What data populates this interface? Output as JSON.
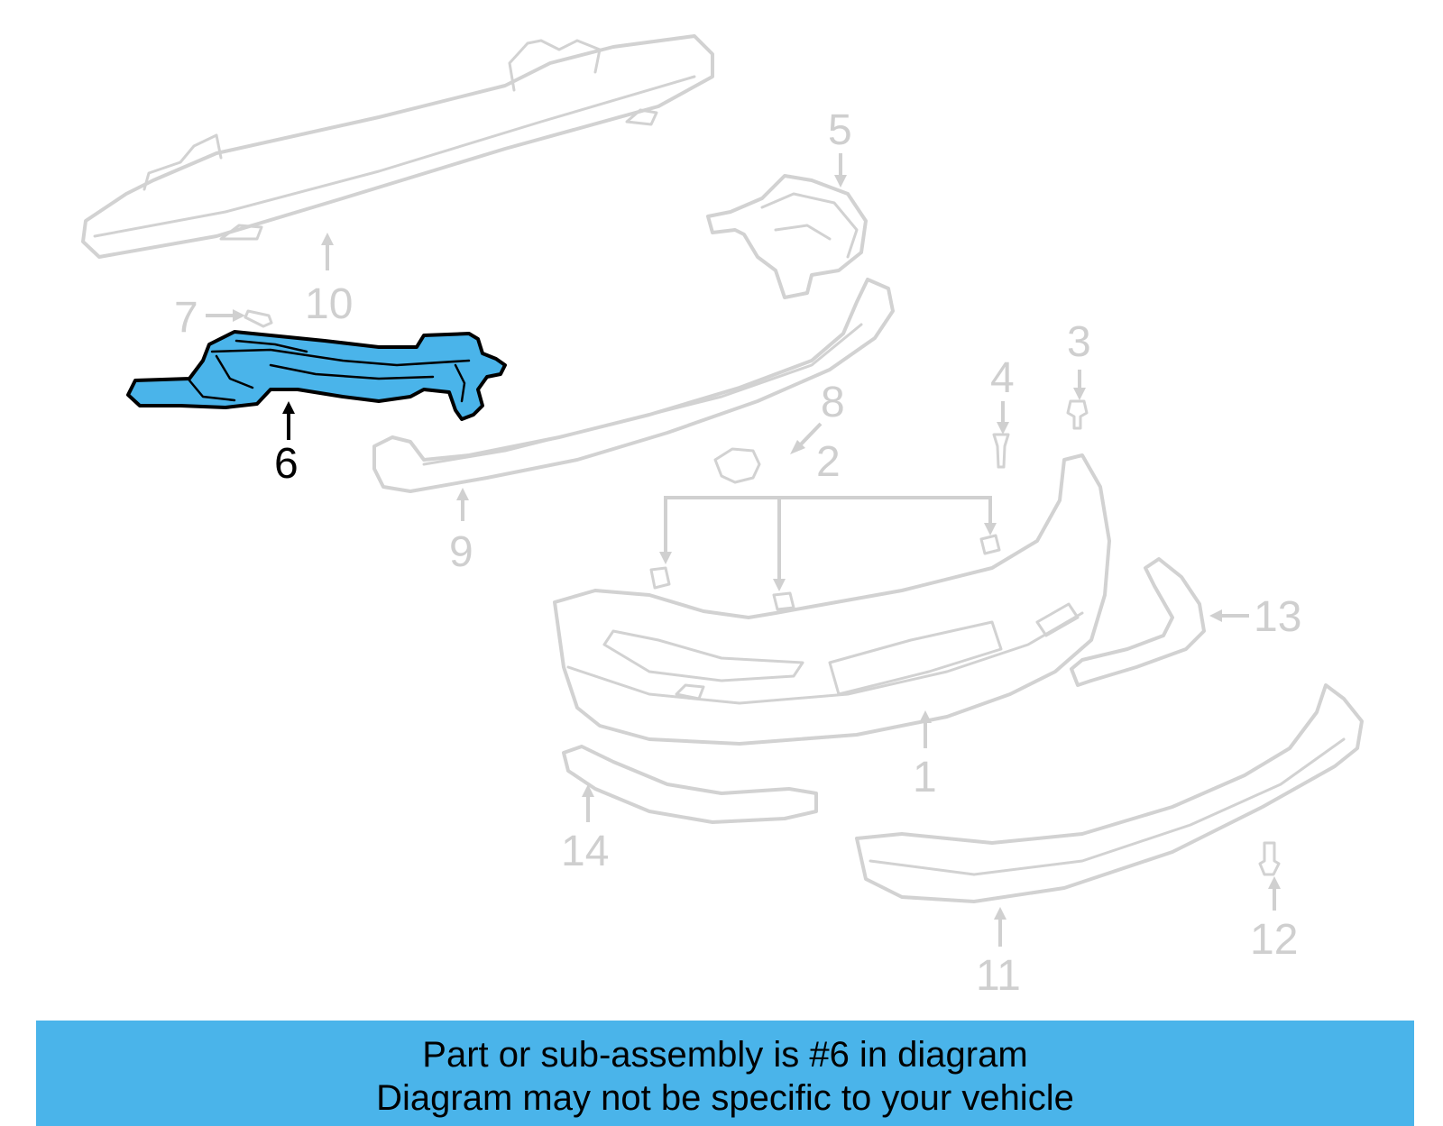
{
  "diagram": {
    "highlighted_part": "6",
    "callouts": [
      "1",
      "2",
      "3",
      "4",
      "5",
      "6",
      "7",
      "8",
      "9",
      "10",
      "11",
      "12",
      "13",
      "14"
    ]
  },
  "banner": {
    "line1": "Part or sub-assembly is #6 in diagram",
    "line2": "Diagram may not be specific to your vehicle"
  },
  "colors": {
    "highlight": "#4ab4ea",
    "ghost": "#d2d2d2",
    "banner": "#4ab4ea"
  }
}
